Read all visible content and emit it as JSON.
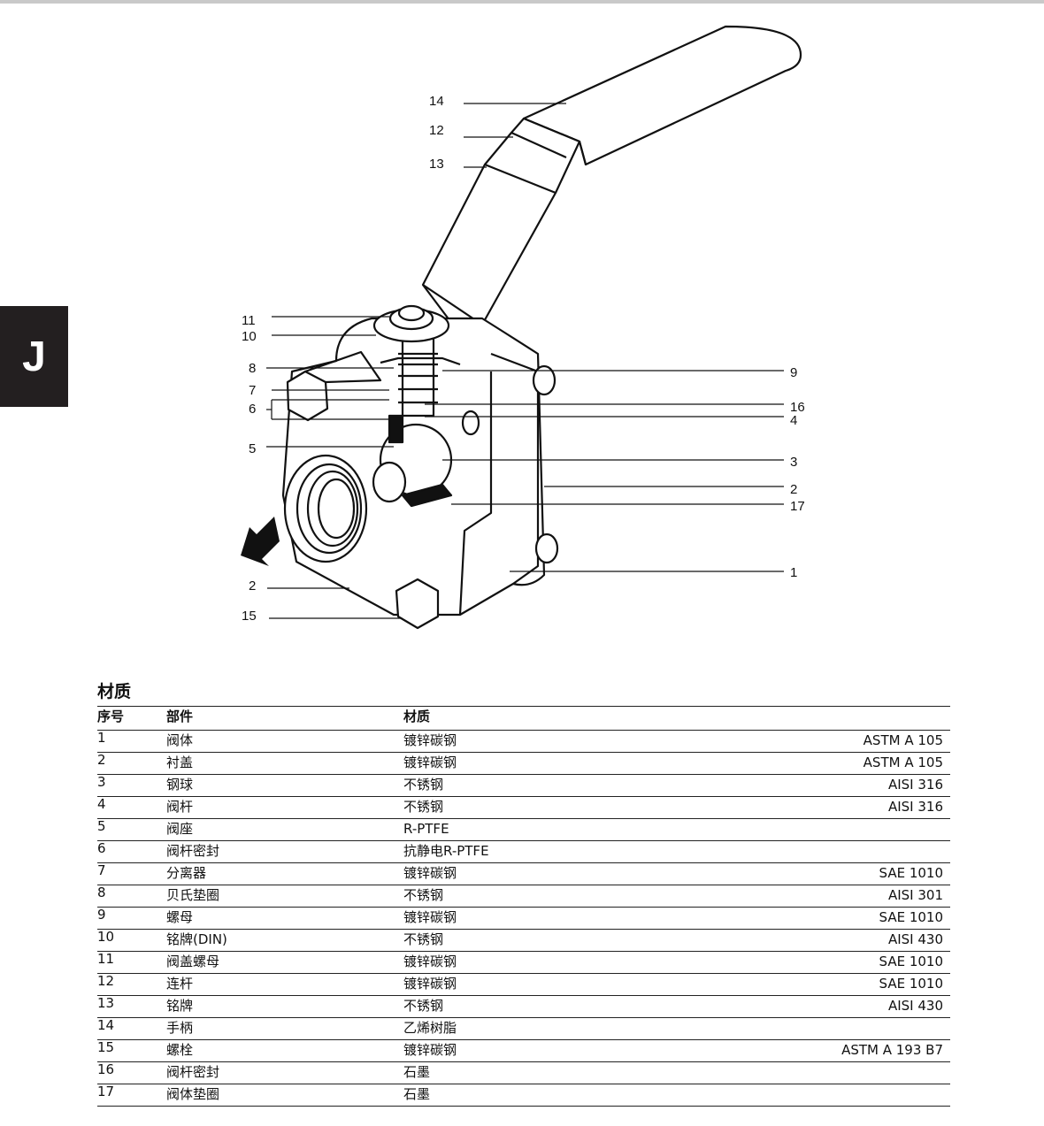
{
  "tab_letter": "J",
  "callouts_left": [
    "14",
    "12",
    "13",
    "11",
    "10",
    "8",
    "7",
    "6",
    "5",
    "2",
    "15"
  ],
  "callouts_right": [
    "9",
    "16",
    "4",
    "3",
    "2",
    "17",
    "1"
  ],
  "section_title": "材质",
  "table": {
    "headers": [
      "序号",
      "部件",
      "材质",
      ""
    ],
    "rows": [
      [
        "1",
        "阀体",
        "镀锌碳钢",
        "ASTM A 105"
      ],
      [
        "2",
        "衬盖",
        "镀锌碳钢",
        "ASTM A 105"
      ],
      [
        "3",
        "钢球",
        "不锈钢",
        "AISI 316"
      ],
      [
        "4",
        "阀杆",
        "不锈钢",
        "AISI 316"
      ],
      [
        "5",
        "阀座",
        "R-PTFE",
        ""
      ],
      [
        "6",
        "阀杆密封",
        "抗静电R-PTFE",
        ""
      ],
      [
        "7",
        "分离器",
        "镀锌碳钢",
        "SAE 1010"
      ],
      [
        "8",
        "贝氏垫圈",
        "不锈钢",
        "AISI 301"
      ],
      [
        "9",
        "螺母",
        "镀锌碳钢",
        "SAE 1010"
      ],
      [
        "10",
        "铭牌(DIN)",
        "不锈钢",
        "AISI 430"
      ],
      [
        "11",
        "阀盖螺母",
        "镀锌碳钢",
        "SAE 1010"
      ],
      [
        "12",
        "连杆",
        "镀锌碳钢",
        "SAE 1010"
      ],
      [
        "13",
        "铭牌",
        "不锈钢",
        "AISI 430"
      ],
      [
        "14",
        "手柄",
        "乙烯树脂",
        ""
      ],
      [
        "15",
        "螺栓",
        "镀锌碳钢",
        "ASTM A 193 B7"
      ],
      [
        "16",
        "阀杆密封",
        "石墨",
        ""
      ],
      [
        "17",
        "阀体垫圈",
        "石墨",
        ""
      ]
    ]
  }
}
